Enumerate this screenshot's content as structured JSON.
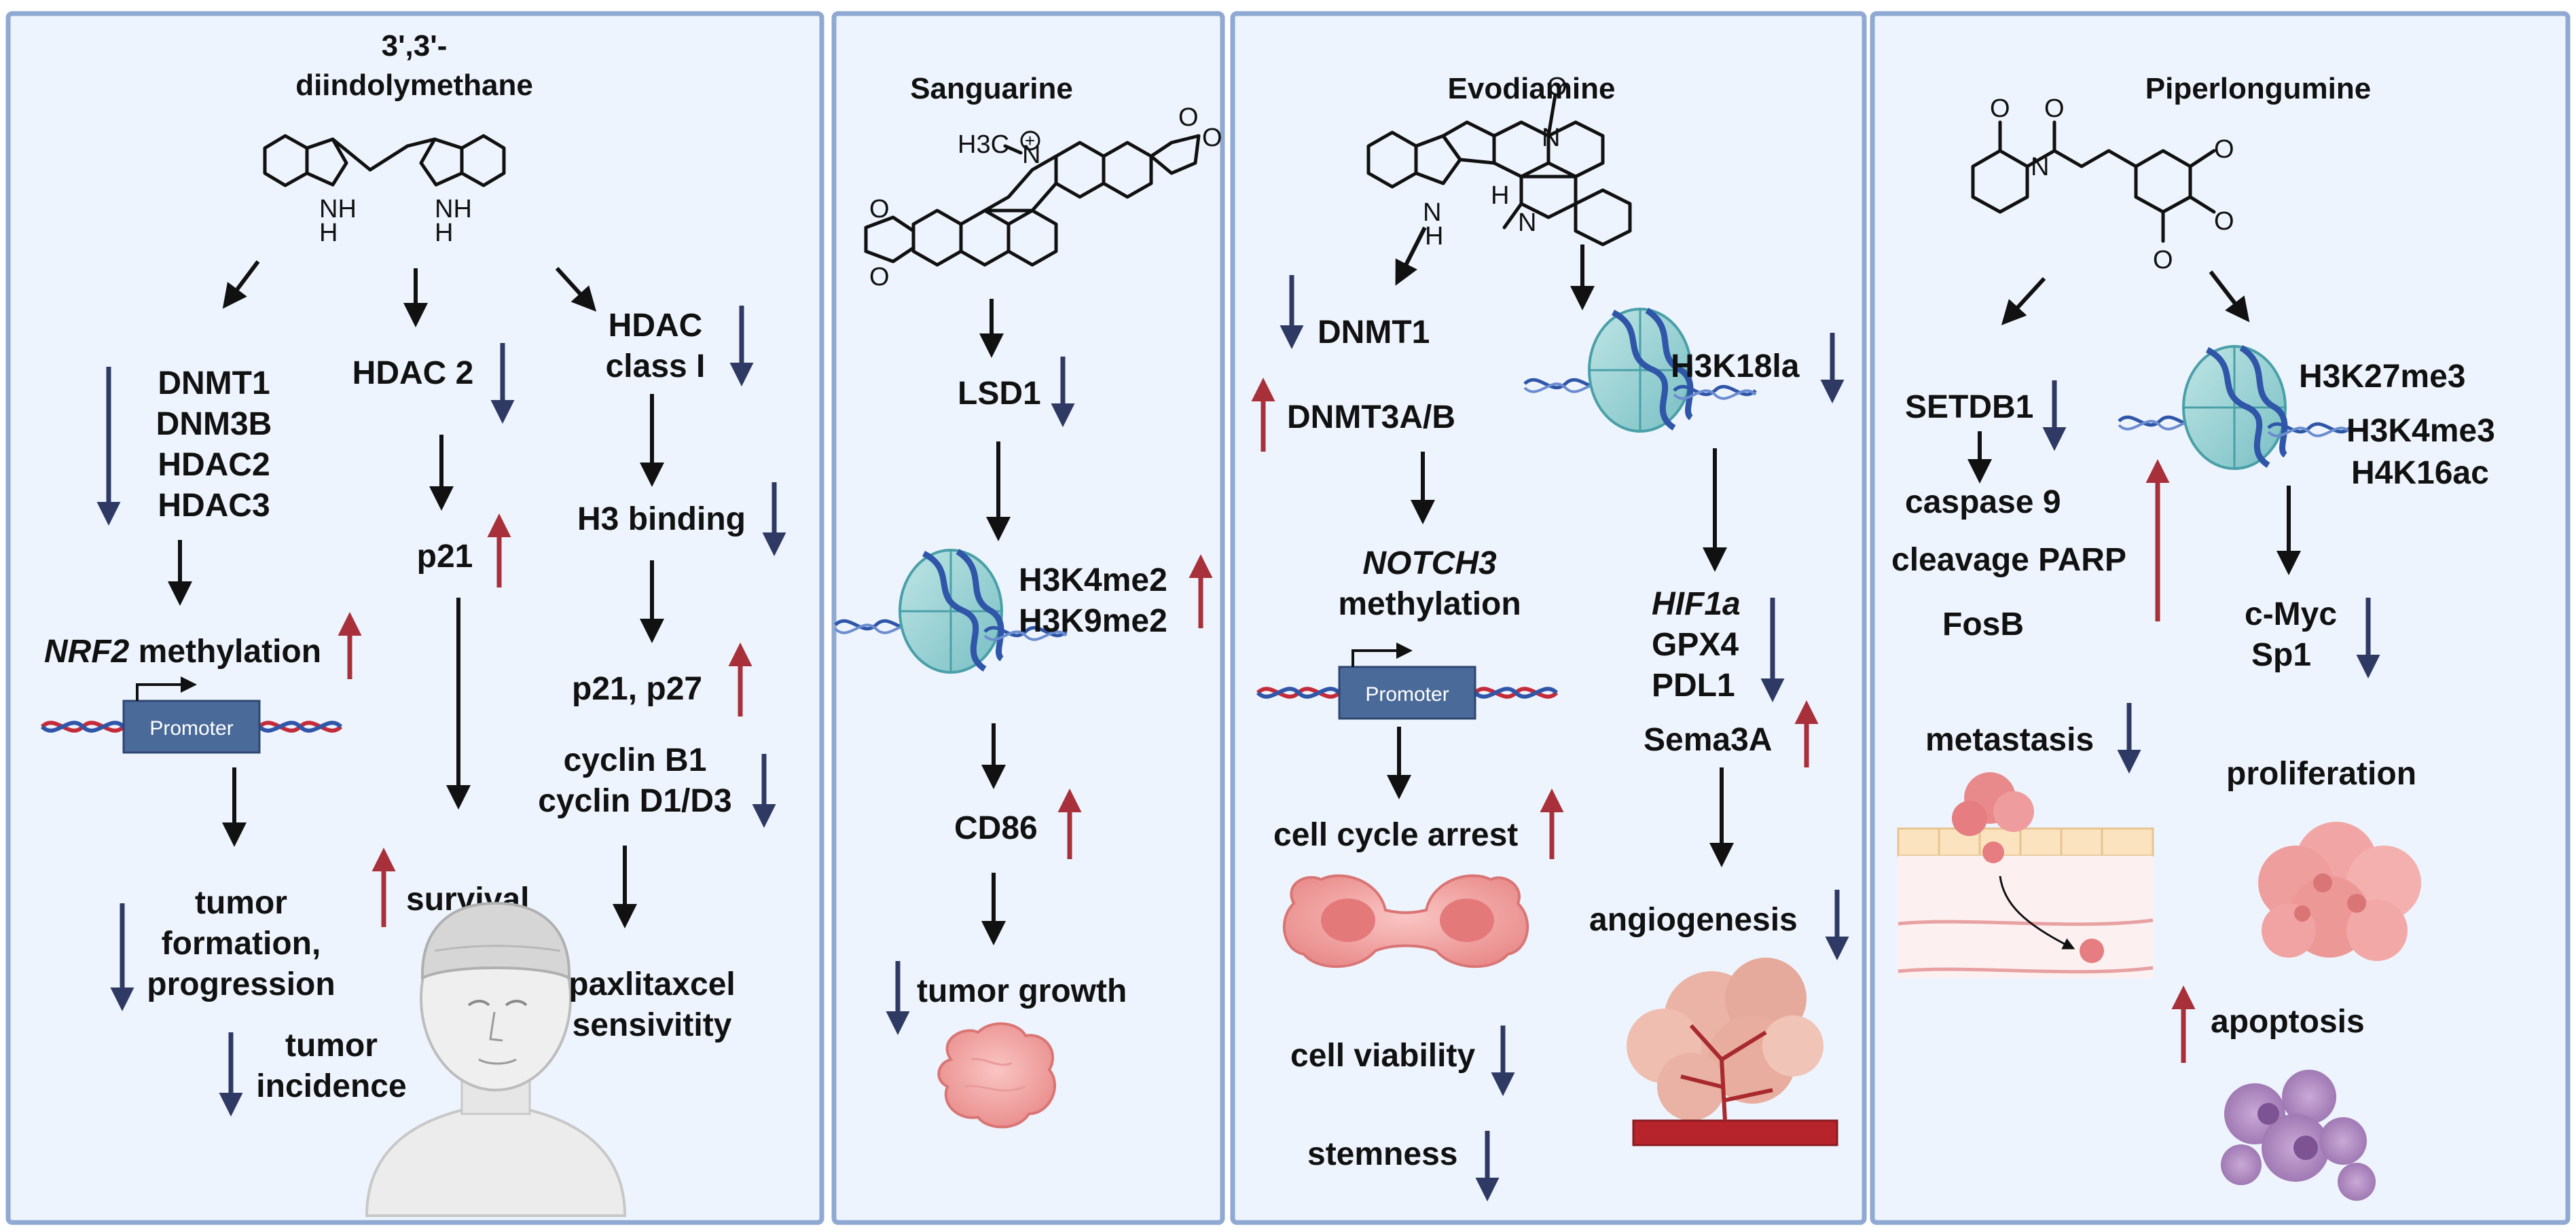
{
  "colors": {
    "panel_bg": "#eef4fd",
    "panel_border": "#8fa9d2",
    "down_arrow": "#2e3a63",
    "up_arrow": "#a8303a",
    "promoter": "#4a6a9a",
    "cell": "#f2a0a0",
    "apoptosis": "#b089c0"
  },
  "panel1": {
    "title_l1": "3',3'-",
    "title_l2": "diindolymethane",
    "b1_l1": "DNMT1",
    "b1_l2": "DNM3B",
    "b1_l3": "HDAC2",
    "b1_l4": "HDAC3",
    "hdac2": "HDAC 2",
    "hdac_class_l1": "HDAC",
    "hdac_class_l2": "class I",
    "nrf2_gene": "NRF2",
    "nrf2_rest": " methylation",
    "promoter": "Promoter",
    "p21": "p21",
    "h3_binding": "H3 binding",
    "p21_p27": "p21, p27",
    "cyclin_l1": "cyclin B1",
    "cyclin_l2": "cyclin D1/D3",
    "survival": "survival",
    "tumor_form_l1": "tumor",
    "tumor_form_l2": "formation,",
    "tumor_form_l3": "progression",
    "tumor_inc_l1": "tumor",
    "tumor_inc_l2": "incidence",
    "paxl_l1": "paxlitaxcel",
    "paxl_l2": "sensivitity"
  },
  "panel2": {
    "title": "Sanguarine",
    "lsd1": "LSD1",
    "h3k4": "H3K4me2",
    "h3k9": "H3K9me2",
    "cd86": "CD86",
    "tumor_growth": "tumor growth"
  },
  "panel3": {
    "title": "Evodiamine",
    "dnmt1": "DNMT1",
    "dnmt3": "DNMT3A/B",
    "notch3_gene": "NOTCH3",
    "notch3_l2": "methylation",
    "promoter": "Promoter",
    "h3k18": "H3K18la",
    "hif1a": "HIF1a",
    "gpx4": "GPX4",
    "pdl1": "PDL1",
    "sema3a": "Sema3A",
    "cell_cycle": "cell cycle arrest",
    "viability": "cell viability",
    "stemness": "stemness",
    "angiogenesis": "angiogenesis"
  },
  "panel4": {
    "title": "Piperlongumine",
    "setdb1": "SETDB1",
    "caspase9": "caspase 9",
    "parp": "cleavage PARP",
    "fosb": "FosB",
    "h3k27": "H3K27me3",
    "h3k4me3": "H3K4me3",
    "h4k16": "H4K16ac",
    "cmyc": "c-Myc",
    "sp1": "Sp1",
    "metastasis": "metastasis",
    "proliferation": "proliferation",
    "apoptosis": "apoptosis"
  },
  "chem": {
    "n_atom": "N",
    "nh": "NH",
    "h": "H",
    "ch3": "H3C",
    "o_atom": "O",
    "n_plus": "+"
  }
}
